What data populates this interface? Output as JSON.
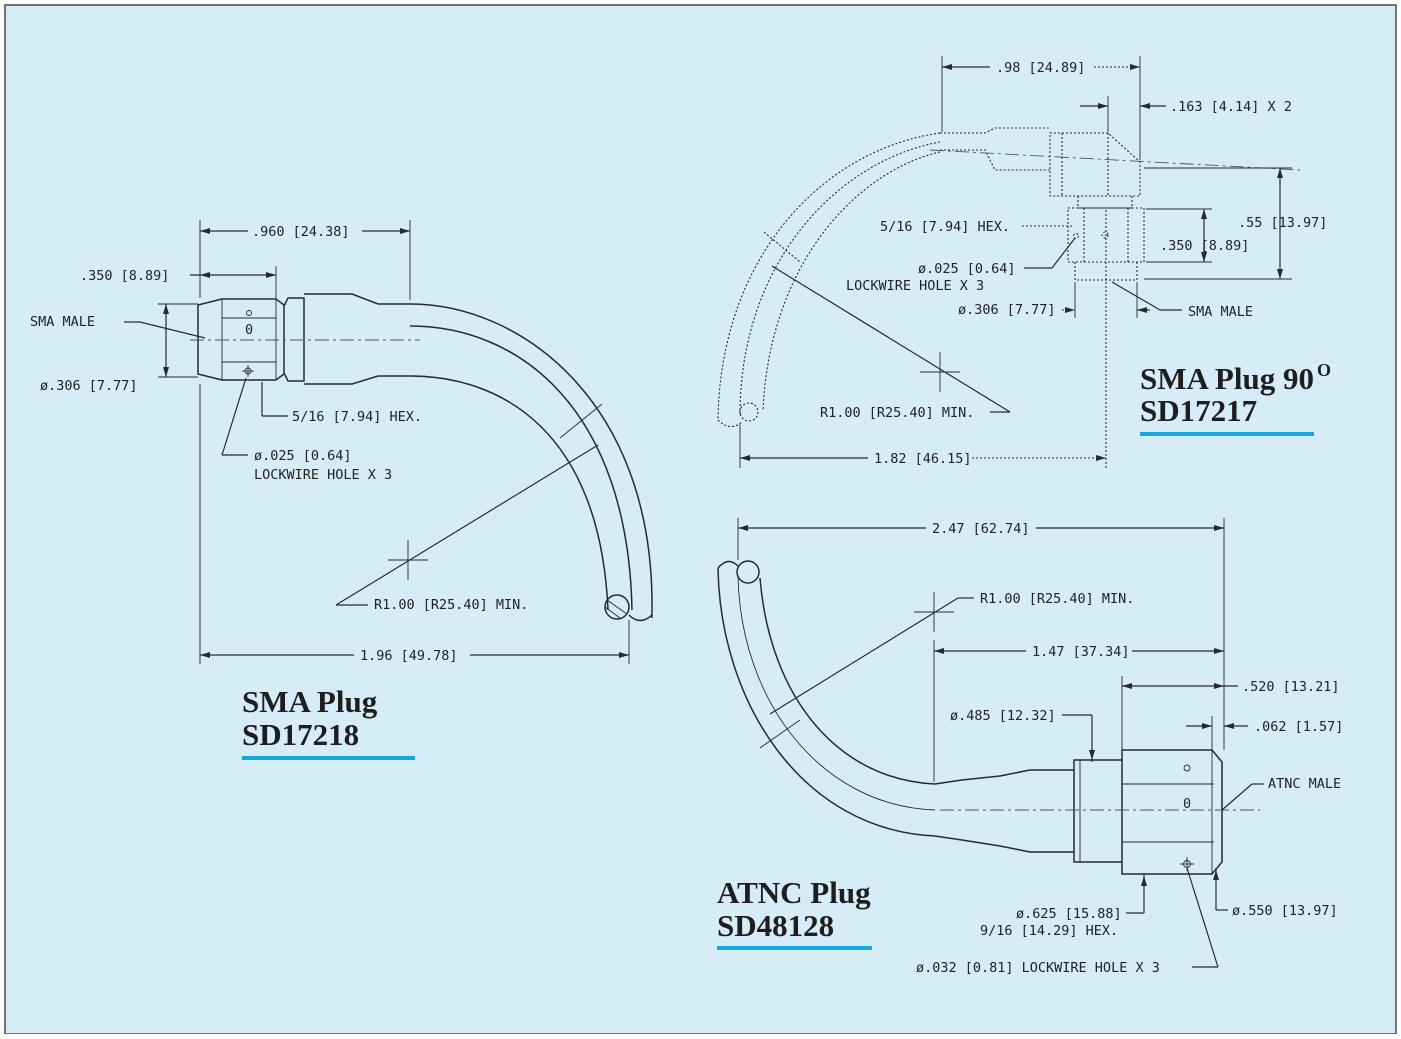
{
  "colors": {
    "background": "#d6edf8",
    "frame": "#4a4a4a",
    "accent": "#16a7e0",
    "ink": "#2a2a2a"
  },
  "sma_plug": {
    "title": "SMA Plug",
    "part_number": "SD17218",
    "dims": {
      "overall_length": ".960 [24.38]",
      "hex_length": ".350 [8.89]",
      "connector": "SMA MALE",
      "diameter": "ø.306 [7.77]",
      "hex": "5/16 [7.94] HEX.",
      "lockwire_dia": "ø.025 [0.64]",
      "lockwire": "LOCKWIRE HOLE X 3",
      "radius": "R1.00 [R25.40] MIN.",
      "span": "1.96 [49.78]"
    }
  },
  "sma_plug_90": {
    "title": "SMA Plug 90",
    "superscript": "O",
    "part_number": "SD17217",
    "dims": {
      "top_length": ".98 [24.89]",
      "offset": ".163 [4.14] X 2",
      "hex": "5/16 [7.94] HEX.",
      "height": ".55 [13.97]",
      "hex_height": ".350 [8.89]",
      "lockwire_dia": "ø.025 [0.64]",
      "lockwire": "LOCKWIRE HOLE X 3",
      "diameter": "ø.306 [7.77]",
      "connector": "SMA MALE",
      "radius": "R1.00 [R25.40] MIN.",
      "span": "1.82 [46.15]"
    }
  },
  "atnc_plug": {
    "title": "ATNC Plug",
    "part_number": "SD48128",
    "dims": {
      "span": "2.47 [62.74]",
      "radius": "R1.00 [R25.40] MIN.",
      "length": "1.47 [37.34]",
      "nut_length": ".520 [13.21]",
      "ferrule_dia": "ø.485 [12.32]",
      "offset": ".062 [1.57]",
      "connector": "ATNC MALE",
      "nut_dia": "ø.625 [15.88]",
      "hex": "9/16 [14.29] HEX.",
      "tip_dia": "ø.550 [13.97]",
      "lockwire": "ø.032 [0.81] LOCKWIRE HOLE X 3"
    }
  }
}
